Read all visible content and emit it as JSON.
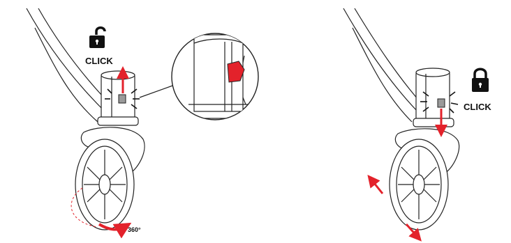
{
  "left_panel": {
    "lock_state_label": "CLICK",
    "lock_icon": "unlocked-padlock-icon",
    "rotation_label": "360°",
    "arrow_color": "#e3222b"
  },
  "right_panel": {
    "lock_state_label": "CLICK",
    "lock_icon": "locked-padlock-icon",
    "arrow_color": "#e3222b"
  },
  "colors": {
    "line": "#222222",
    "accent_red": "#e3222b",
    "button_grey": "#9a9a9a"
  }
}
